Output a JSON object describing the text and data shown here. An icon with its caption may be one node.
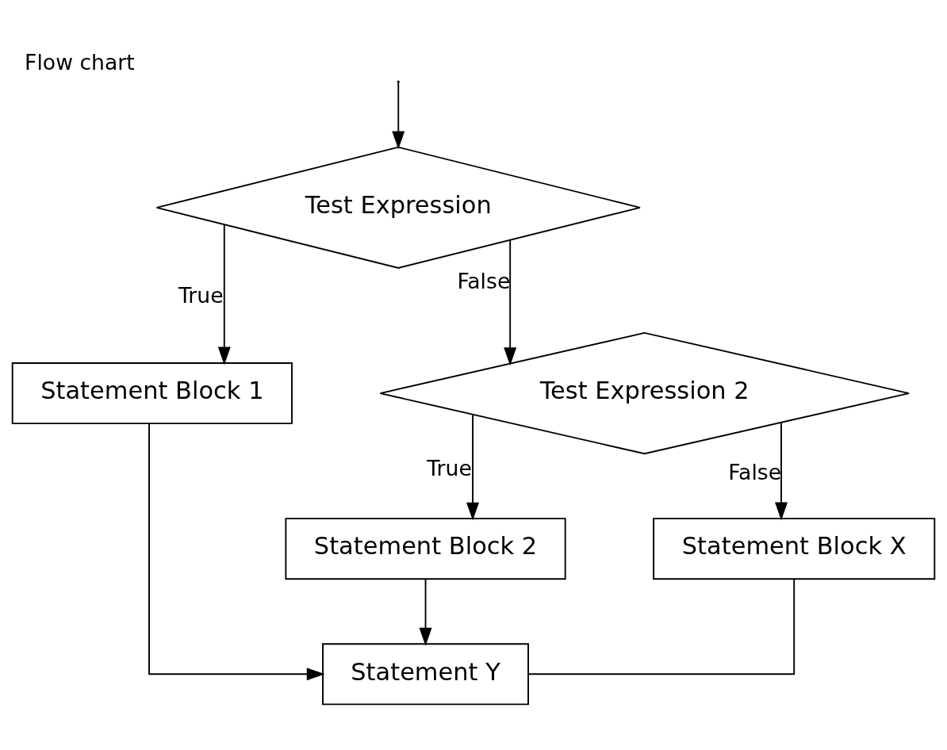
{
  "diagram": {
    "title": "Flow chart",
    "nodes": [
      {
        "text": [
          "Test Expression"
        ]
      },
      {
        "text": [
          "Statement Block 1"
        ]
      },
      {
        "text": [
          "Test Expression 2"
        ]
      },
      {
        "text": [
          "Statement Block 2"
        ]
      },
      {
        "text": [
          "Statement Block X"
        ]
      },
      {
        "text": [
          "Statement Y"
        ]
      }
    ],
    "edges": [
      {
        "from": null,
        "to": 0,
        "arrow": "to"
      },
      {
        "from": 0,
        "to": 1,
        "label": "True",
        "arrow": "to"
      },
      {
        "from": 0,
        "to": 2,
        "label": "False",
        "arrow": "to"
      },
      {
        "from": 2,
        "to": 3,
        "label": "True",
        "arrow": "to"
      },
      {
        "from": 2,
        "to": 4,
        "label": "False",
        "arrow": "to"
      },
      {
        "from": 1,
        "to": 5,
        "arrow": "to"
      },
      {
        "from": 3,
        "to": 5,
        "arrow": "to"
      },
      {
        "from": 4,
        "to": 5,
        "arrow": "none"
      }
    ]
  }
}
